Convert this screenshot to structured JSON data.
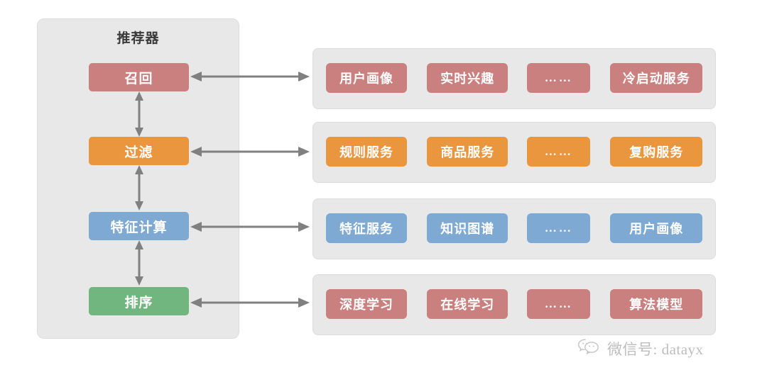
{
  "pipeline": {
    "title": "推荐器",
    "stages": [
      {
        "label": "召回",
        "color": "#c9807f"
      },
      {
        "label": "过滤",
        "color": "#e9963f"
      },
      {
        "label": "特征计算",
        "color": "#7da9d3"
      },
      {
        "label": "排序",
        "color": "#72b67f"
      }
    ],
    "panel_bg": "#e8e8e8",
    "vertical_connector_icon": "double-headed-vertical-arrow",
    "arrow_color": "#808080"
  },
  "connectors": [
    {
      "icon": "double-headed-horizontal-arrow"
    },
    {
      "icon": "double-headed-horizontal-arrow"
    },
    {
      "icon": "double-headed-horizontal-arrow"
    },
    {
      "icon": "double-headed-horizontal-arrow"
    }
  ],
  "service_rows": [
    {
      "row_name": "recall-services",
      "color": "#c9807f",
      "chips": [
        "用户画像",
        "实时兴趣",
        "……",
        "冷启动服务"
      ]
    },
    {
      "row_name": "filter-services",
      "color": "#e9963f",
      "chips": [
        "规则服务",
        "商品服务",
        "……",
        "复购服务"
      ]
    },
    {
      "row_name": "feature-services",
      "color": "#7da9d3",
      "chips": [
        "特征服务",
        "知识图谱",
        "……",
        "用户画像"
      ]
    },
    {
      "row_name": "ranking-services",
      "color": "#c9807f",
      "chips": [
        "深度学习",
        "在线学习",
        "……",
        "算法模型"
      ]
    }
  ],
  "watermark": {
    "icon": "wechat-icon",
    "text": "微信号: datayx",
    "color": "#bdbdbd"
  }
}
